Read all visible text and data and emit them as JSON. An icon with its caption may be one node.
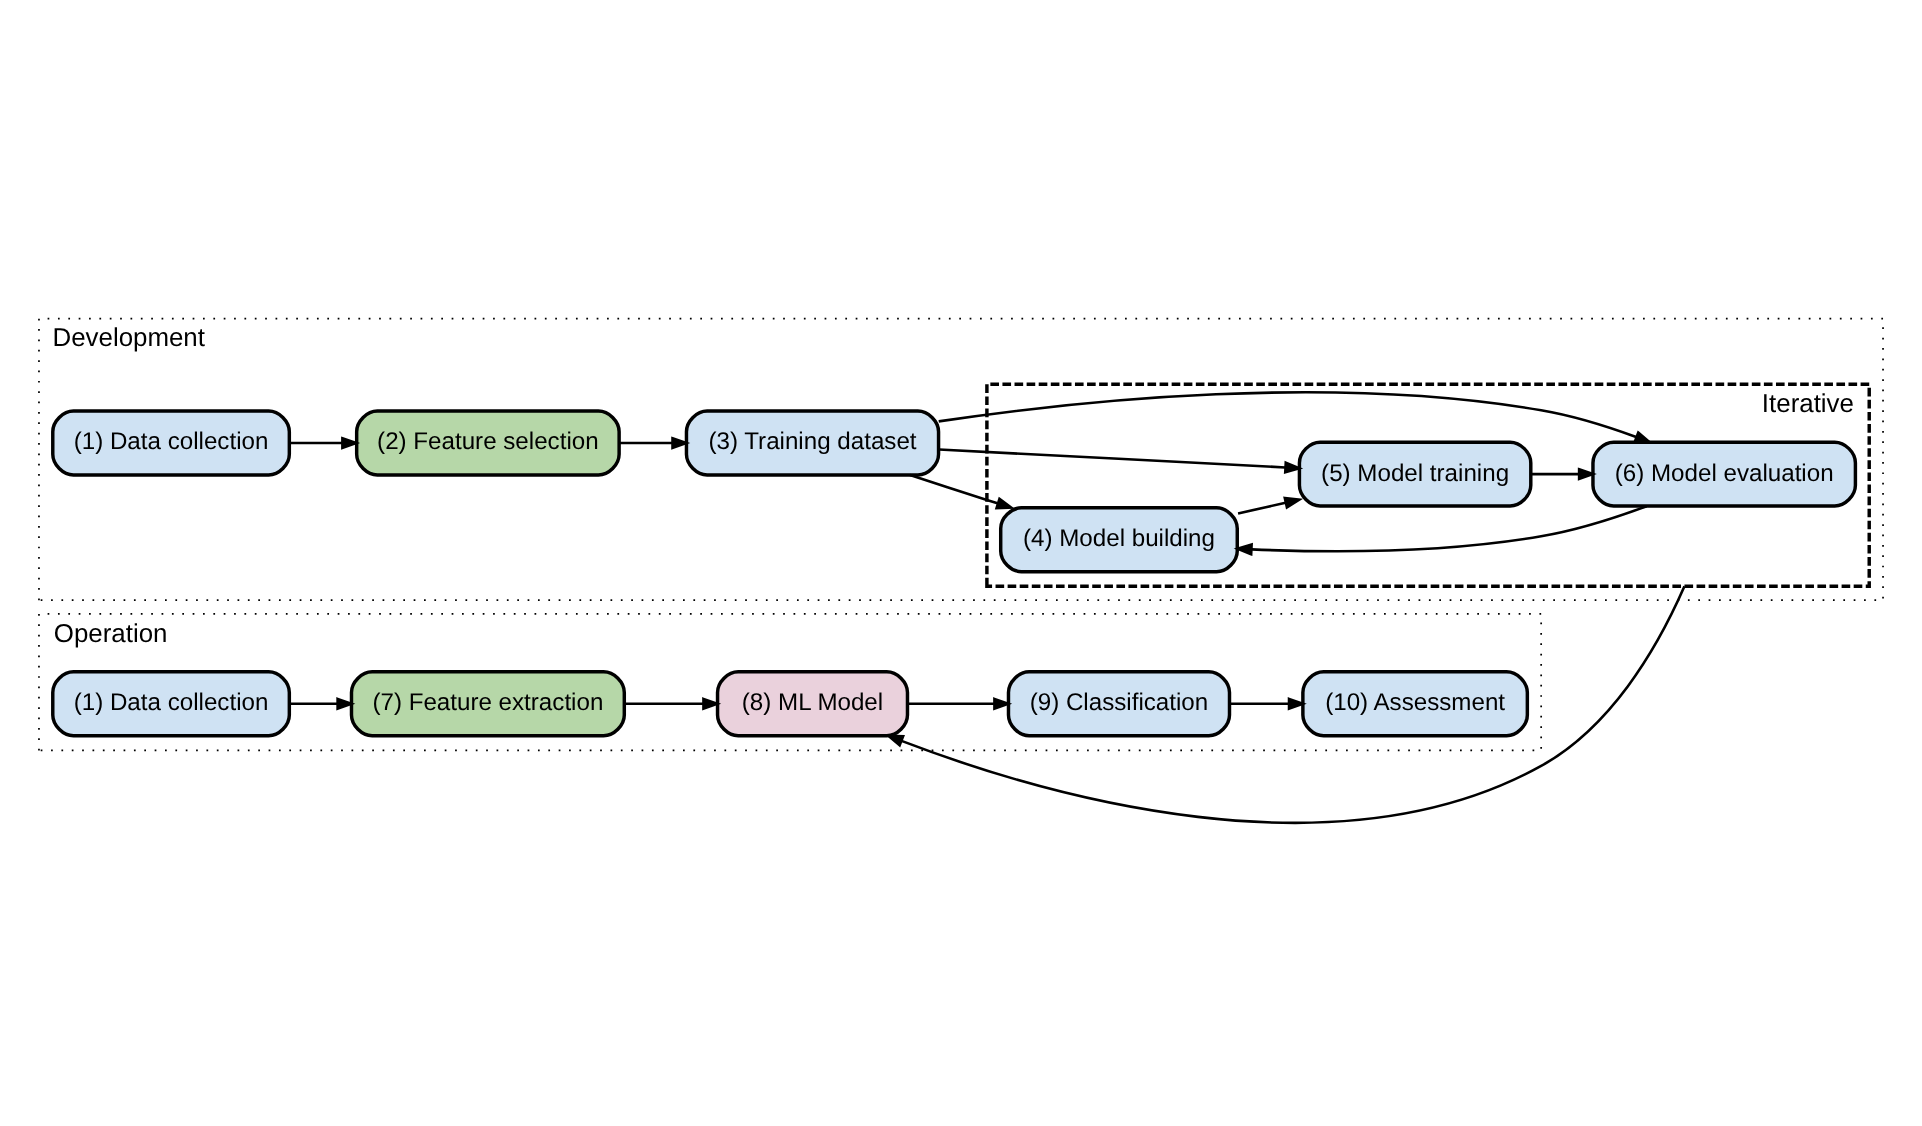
{
  "diagram": {
    "nodes": [
      {
        "text": [
          "Development"
        ]
      },
      {
        "text": [
          "(1) Data collection"
        ],
        "in": 0
      },
      {
        "text": [
          "(2) Feature selection"
        ],
        "in": 0
      },
      {
        "text": [
          "(3) Training dataset"
        ],
        "in": 0
      },
      {
        "text": [
          "Iterative"
        ],
        "in": 0
      },
      {
        "text": [
          "(4) Model building"
        ],
        "in": 4
      },
      {
        "text": [
          "(5) Model training"
        ],
        "in": 4
      },
      {
        "text": [
          "(6) Model evaluation"
        ],
        "in": 4
      },
      {
        "text": [
          "Operation"
        ]
      },
      {
        "text": [
          "(1) Data collection"
        ],
        "in": 8
      },
      {
        "text": [
          "(7) Feature extraction"
        ],
        "in": 8
      },
      {
        "text": [
          "(8) ML Model"
        ],
        "in": 8
      },
      {
        "text": [
          "(9) Classification"
        ],
        "in": 8
      },
      {
        "text": [
          "(10) Assessment"
        ],
        "in": 8
      }
    ],
    "edges": [
      {
        "from": 1,
        "to": 2,
        "arrow": "to"
      },
      {
        "from": 2,
        "to": 3,
        "arrow": "to"
      },
      {
        "from": 3,
        "to": 5,
        "arrow": "to"
      },
      {
        "from": 3,
        "to": 6,
        "arrow": "to"
      },
      {
        "from": 3,
        "to": 7,
        "arrow": "to"
      },
      {
        "from": 5,
        "to": 6,
        "arrow": "to"
      },
      {
        "from": 6,
        "to": 7,
        "arrow": "to"
      },
      {
        "from": 7,
        "to": 5,
        "arrow": "to"
      },
      {
        "from": 4,
        "to": 11,
        "arrow": "to"
      },
      {
        "from": 9,
        "to": 10,
        "arrow": "to"
      },
      {
        "from": 10,
        "to": 11,
        "arrow": "to"
      },
      {
        "from": 11,
        "to": 12,
        "arrow": "to"
      },
      {
        "from": 12,
        "to": 13,
        "arrow": "to"
      }
    ]
  }
}
